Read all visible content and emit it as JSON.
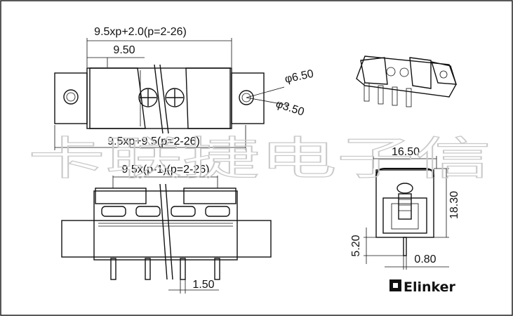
{
  "watermark": {
    "text": "卡联捷电子信"
  },
  "brand": {
    "name": "Elinker",
    "color": "#111111"
  },
  "dimensions": {
    "overall_length": "9.5xp+2.0(p=2-26)",
    "pitch": "9.50",
    "hole_large": "φ6.50",
    "hole_small": "φ3.50",
    "mount_length": "9.5xp+9.5(p=2-26)",
    "span": "9.5x(p-1)(p=2-26)",
    "pin_width": "1.50",
    "width": "16.50",
    "height": "18.30",
    "pin_length": "5.20",
    "pin_thickness": "0.80"
  },
  "colors": {
    "line": "#111111",
    "fill_dark": "#bdbdbd",
    "fill_light": "#e2e2e2",
    "watermark": "#c9c9c9"
  }
}
